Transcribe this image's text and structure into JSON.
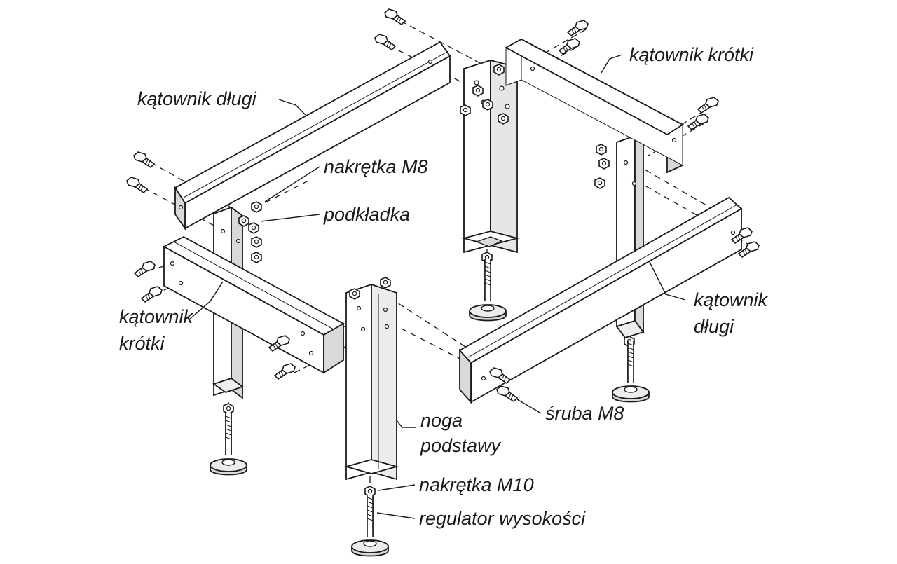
{
  "labels": {
    "katownik_dlugi_top": "kątownik długi",
    "katownik_krotki_top": "kątownik krótki",
    "nakretka_m8": "nakrętka M8",
    "podkladka": "podkładka",
    "katownik_krotki_left_1": "kątownik",
    "katownik_krotki_left_2": "krótki",
    "katownik_dlugi_right_1": "kątownik",
    "katownik_dlugi_right_2": "długi",
    "sruba_m8": "śruba M8",
    "noga_1": "noga",
    "noga_2": "podstawy",
    "nakretka_m10": "nakrętka M10",
    "regulator": "regulator wysokości"
  },
  "colors": {
    "line": "#1a1a1a",
    "fill": "#ffffff",
    "shade": "#d9d9d9",
    "shade_dark": "#b8b8b8"
  }
}
